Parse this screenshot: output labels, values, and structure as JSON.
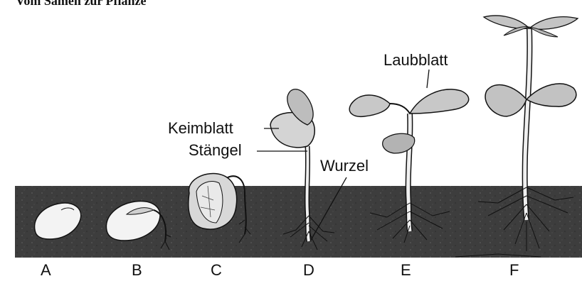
{
  "title": "Vom Samen zur Pflanze",
  "labels": {
    "keimblatt": "Keimblatt",
    "staengel": "Stängel",
    "wurzel": "Wurzel",
    "laubblatt": "Laubblatt"
  },
  "stages": [
    "A",
    "B",
    "C",
    "D",
    "E",
    "F"
  ],
  "colors": {
    "soil": "#3b3b3b",
    "leaf": "#c9c9c9",
    "outline": "#1a1a1a",
    "seed": "#f2f2f2"
  }
}
